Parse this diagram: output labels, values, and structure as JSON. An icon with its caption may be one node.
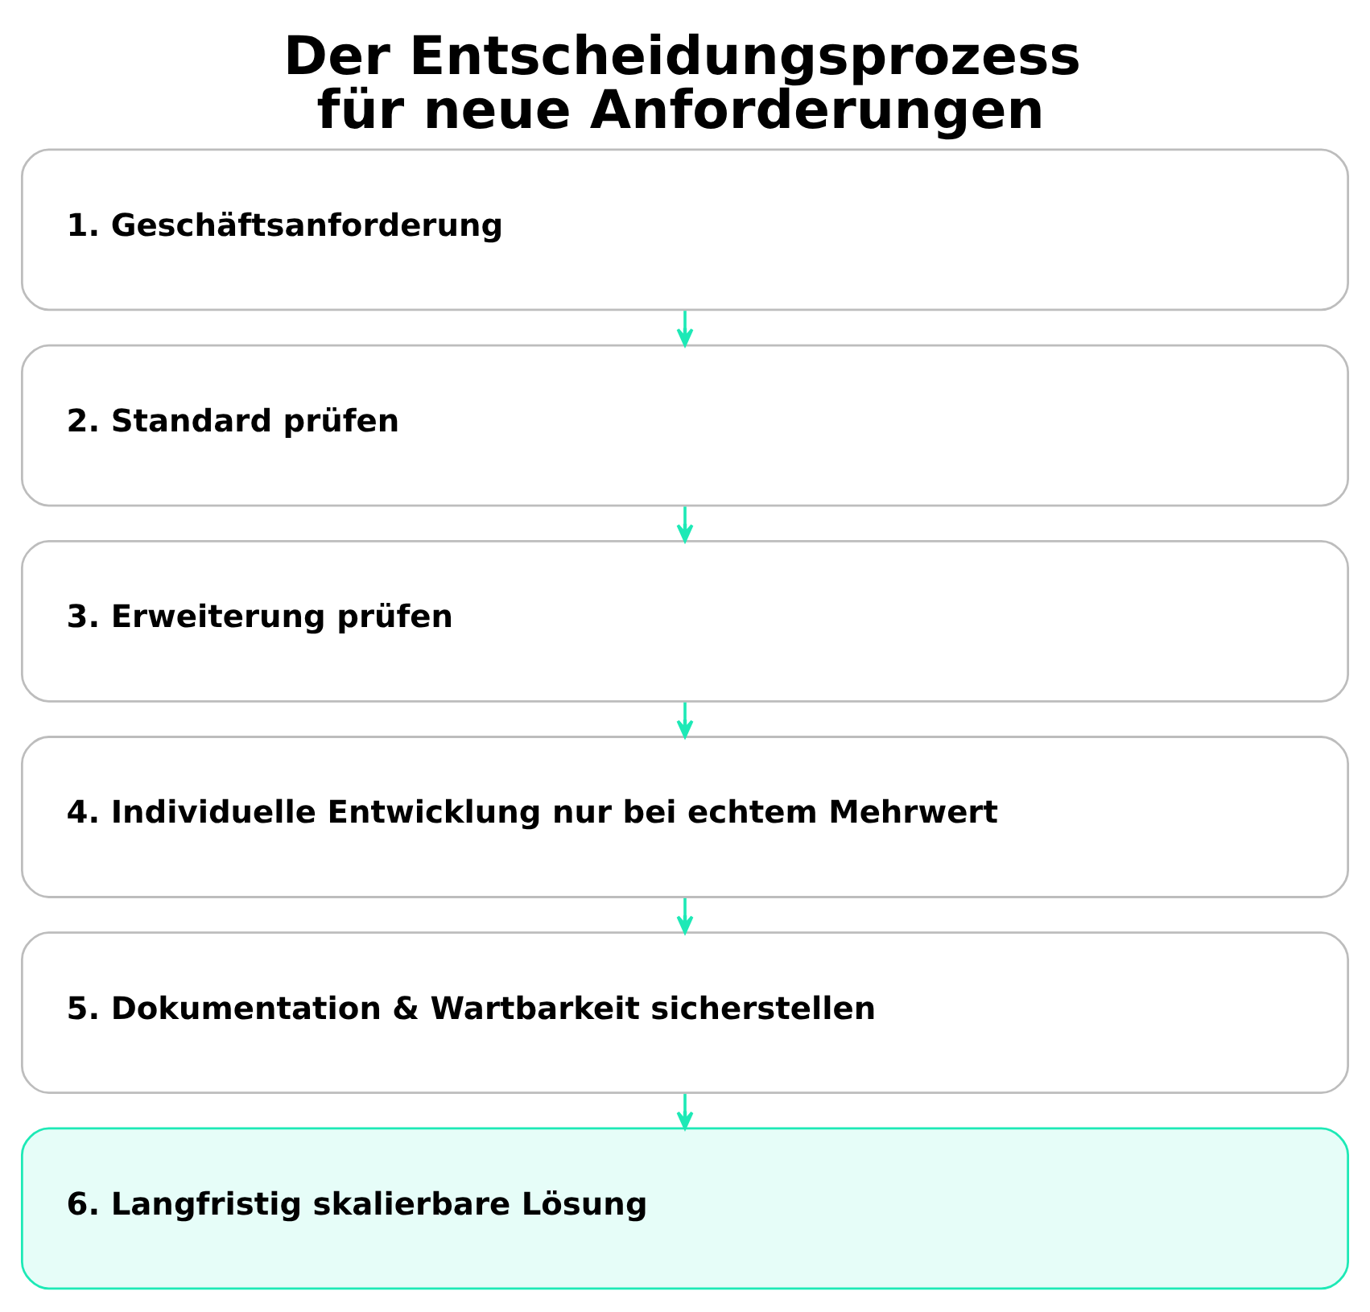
{
  "diagram": {
    "title": "Der Entscheidungsprozess für neue Anforderungen",
    "nodes": [
      {
        "text": [
          "1. Geschäftsanforderung"
        ]
      },
      {
        "text": [
          "2. Standard prüfen"
        ]
      },
      {
        "text": [
          "3. Erweiterung prüfen"
        ]
      },
      {
        "text": [
          "4. Individuelle Entwicklung nur bei echtem Mehrwert"
        ]
      },
      {
        "text": [
          "5. Dokumentation & Wartbarkeit sicherstellen"
        ]
      },
      {
        "text": [
          "6. Langfristig skalierbare Lösung"
        ]
      }
    ],
    "edges": [
      {
        "from": 0,
        "to": 1,
        "arrow": "to"
      },
      {
        "from": 1,
        "to": 2,
        "arrow": "to"
      },
      {
        "from": 2,
        "to": 3,
        "arrow": "to"
      },
      {
        "from": 3,
        "to": 4,
        "arrow": "to"
      },
      {
        "from": 4,
        "to": 5,
        "arrow": "to"
      }
    ]
  }
}
